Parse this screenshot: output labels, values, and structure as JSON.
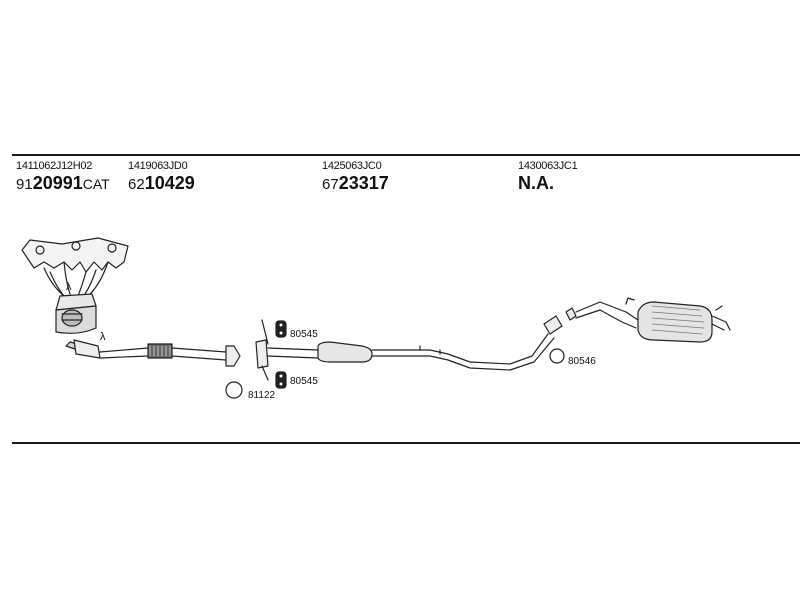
{
  "parts": [
    {
      "oe": "1411062J12H02",
      "prefix": "91",
      "number": "20991",
      "suffix": "CAT"
    },
    {
      "oe": "1419063JD0",
      "prefix": "62",
      "number": "10429",
      "suffix": ""
    },
    {
      "oe": "1425063JC0",
      "prefix": "67",
      "number": "23317",
      "suffix": ""
    },
    {
      "oe": "1430063JC1",
      "prefix": "",
      "number": "N.A.",
      "suffix": ""
    }
  ],
  "callouts": {
    "a": "80545",
    "b": "80545",
    "c": "81122",
    "d": "80546"
  },
  "lambda_symbol": "λ"
}
